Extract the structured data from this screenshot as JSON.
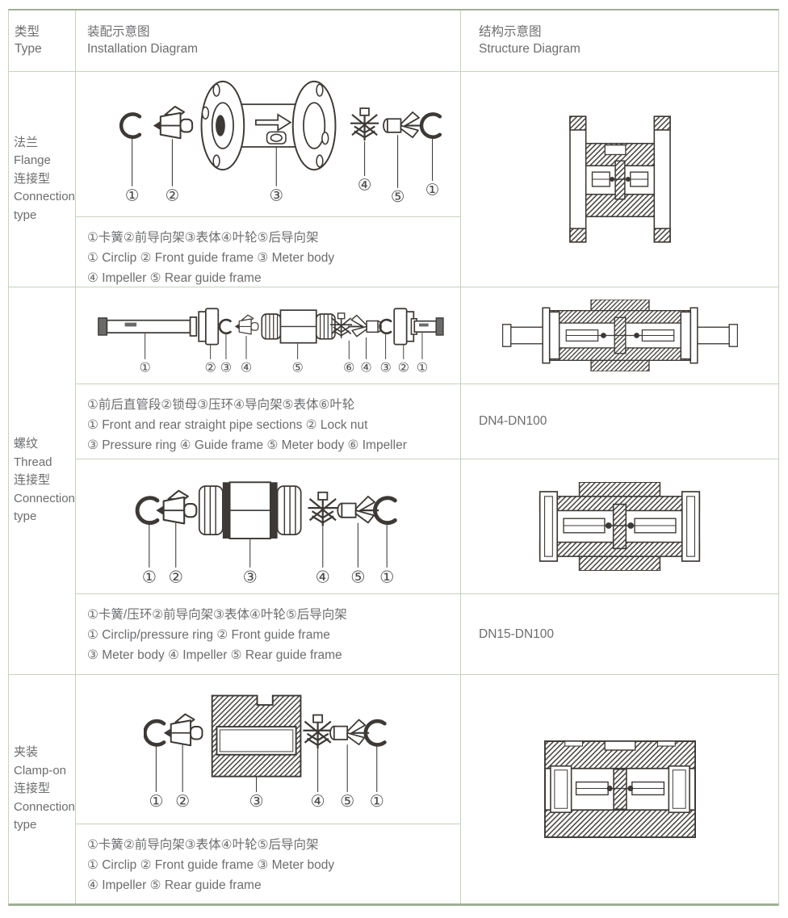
{
  "colors": {
    "table_line_light": "#c7d1bf",
    "table_rule_dark": "#a0af97",
    "text_gray": "#6c6d6f",
    "diagram_line": "#3d3936"
  },
  "header": {
    "type": [
      "类型",
      "Type"
    ],
    "installation": [
      "装配示意图",
      "Installation Diagram"
    ],
    "structure": [
      "结构示意图",
      "Structure Diagram"
    ]
  },
  "row_flange": {
    "type_lines": [
      "法兰",
      "Flange",
      "连接型",
      "Connection type"
    ],
    "caption": [
      "①卡簧②前导向架③表体④叶轮⑤后导向架",
      "① Circlip ② Front guide frame ③ Meter body",
      "④ Impeller ⑤ Rear guide frame"
    ],
    "labels": [
      "①",
      "②",
      "③",
      "④",
      "⑤",
      "①"
    ]
  },
  "row_thread": {
    "type_lines": [
      "螺纹",
      "Thread",
      "连接型",
      "Connection type"
    ],
    "sub1": {
      "caption": [
        "①前后直管段②锁母③压环④导向架⑤表体⑥叶轮",
        "① Front and rear straight pipe sections ② Lock nut",
        "③ Pressure ring ④ Guide frame ⑤ Meter body ⑥ Impeller"
      ],
      "labels": [
        "①",
        "②",
        "③",
        "④",
        "⑤",
        "⑥",
        "④",
        "③",
        "②",
        "①"
      ],
      "dn_range": "DN4-DN100"
    },
    "sub2": {
      "caption": [
        "①卡簧/压环②前导向架③表体④叶轮⑤后导向架",
        "① Circlip/pressure ring ② Front guide frame",
        "③ Meter body ④ Impeller ⑤ Rear guide frame"
      ],
      "labels": [
        "①",
        "②",
        "③",
        "④",
        "⑤",
        "①"
      ],
      "dn_range": "DN15-DN100"
    }
  },
  "row_clamp": {
    "type_lines": [
      "夹装",
      "Clamp-on",
      "连接型",
      "Connection type"
    ],
    "caption": [
      "①卡簧②前导向架③表体④叶轮⑤后导向架",
      "① Circlip ② Front guide frame ③ Meter body",
      "④ Impeller ⑤ Rear guide frame"
    ],
    "labels": [
      "①",
      "②",
      "③",
      "④",
      "⑤",
      "①"
    ]
  }
}
